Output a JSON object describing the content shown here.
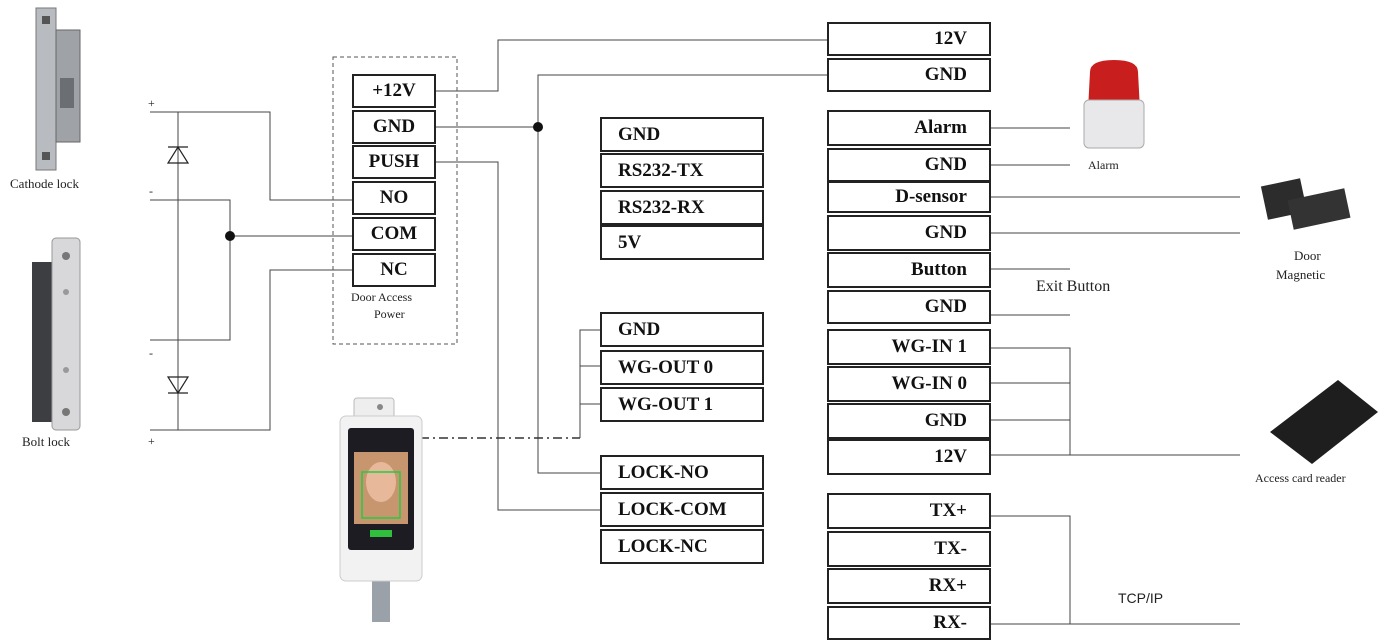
{
  "devices": {
    "cathode_lock": "Cathode lock",
    "bolt_lock": "Bolt lock",
    "alarm": "Alarm",
    "door_magnetic_line1": "Door",
    "door_magnetic_line2": "Magnetic",
    "exit_button": "Exit Button",
    "card_reader": "Access card reader",
    "tcpip": "TCP/IP",
    "power_line1": "Door Access",
    "power_line2": "Power"
  },
  "polarity": {
    "plus": "+",
    "minus": "-"
  },
  "power_terminals": [
    "+12V",
    "GND",
    "PUSH",
    "NO",
    "COM",
    "NC"
  ],
  "serial_terminals": [
    "GND",
    "RS232-TX",
    "RS232-RX",
    "5V"
  ],
  "wiegand_out_terminals": [
    "GND",
    "WG-OUT 0",
    "WG-OUT 1"
  ],
  "lock_terminals": [
    "LOCK-NO",
    "LOCK-COM",
    "LOCK-NC"
  ],
  "right_terminals": [
    "12V",
    "GND",
    "Alarm",
    "GND",
    "D-sensor",
    "GND",
    "Button",
    "GND",
    "WG-IN 1",
    "WG-IN 0",
    "GND",
    "12V",
    "TX+",
    "TX-",
    "RX+",
    "RX-"
  ],
  "colors": {
    "line": "#333333",
    "alarm_red": "#c81e1e",
    "face_frame": "#22cc44"
  }
}
